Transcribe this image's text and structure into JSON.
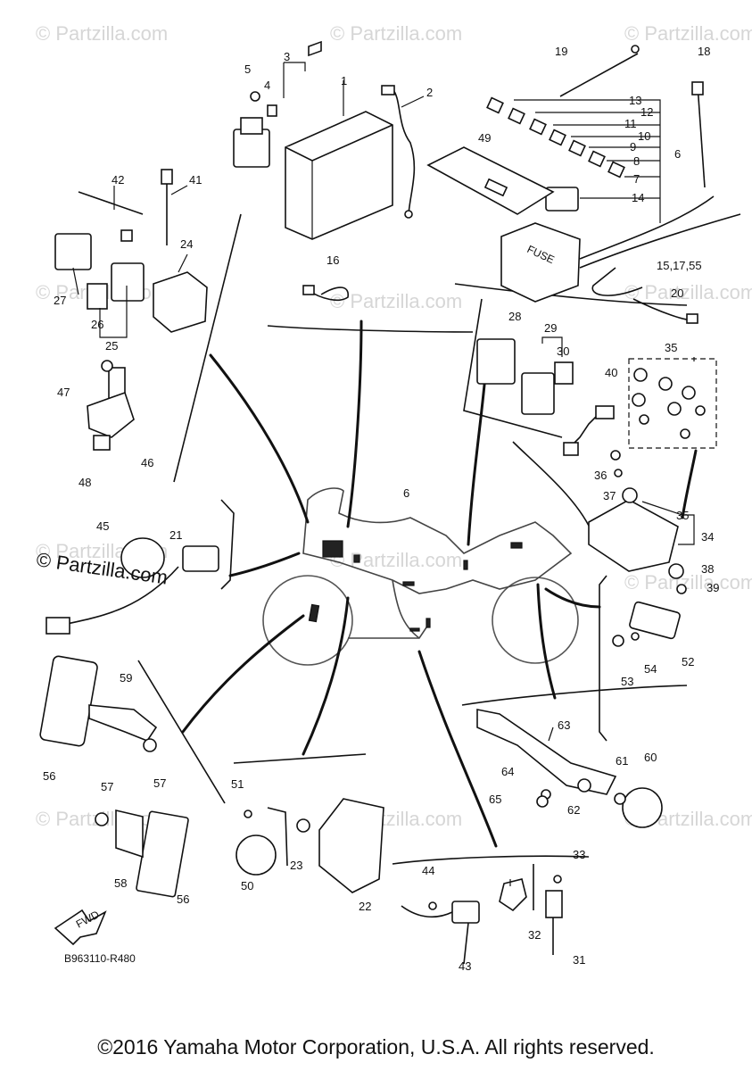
{
  "watermarks": [
    "© Partzilla.com",
    "© Partzilla.com",
    "© Partzilla.com",
    "© Partzilla.com",
    "© Partzilla.com",
    "© Partzilla.com",
    "© Partzilla.com",
    "© Partzilla.com",
    "© Partzilla.com",
    "© Partzilla.com",
    "© Partzilla.com",
    "© Partzilla.com"
  ],
  "brand_watermark": "© Partzilla.com",
  "fuse_label": "FUSE",
  "fwd_label": "FWD",
  "diagram_code": "B963110-R480",
  "copyright": "©2016 Yamaha Motor Corporation, U.S.A. All rights reserved.",
  "callouts": [
    "1",
    "2",
    "3",
    "4",
    "5",
    "6",
    "7",
    "8",
    "9",
    "10",
    "11",
    "12",
    "13",
    "14",
    "15,17,55",
    "16",
    "18",
    "19",
    "20",
    "21",
    "22",
    "23",
    "24",
    "25",
    "26",
    "27",
    "28",
    "29",
    "30",
    "31",
    "32",
    "33",
    "34",
    "35",
    "35",
    "36",
    "37",
    "38",
    "39",
    "40",
    "41",
    "42",
    "43",
    "44",
    "45",
    "46",
    "47",
    "48",
    "49",
    "50",
    "51",
    "52",
    "53",
    "54",
    "56",
    "56",
    "57",
    "57",
    "58",
    "59",
    "60",
    "61",
    "62",
    "63",
    "64",
    "65",
    "6"
  ]
}
